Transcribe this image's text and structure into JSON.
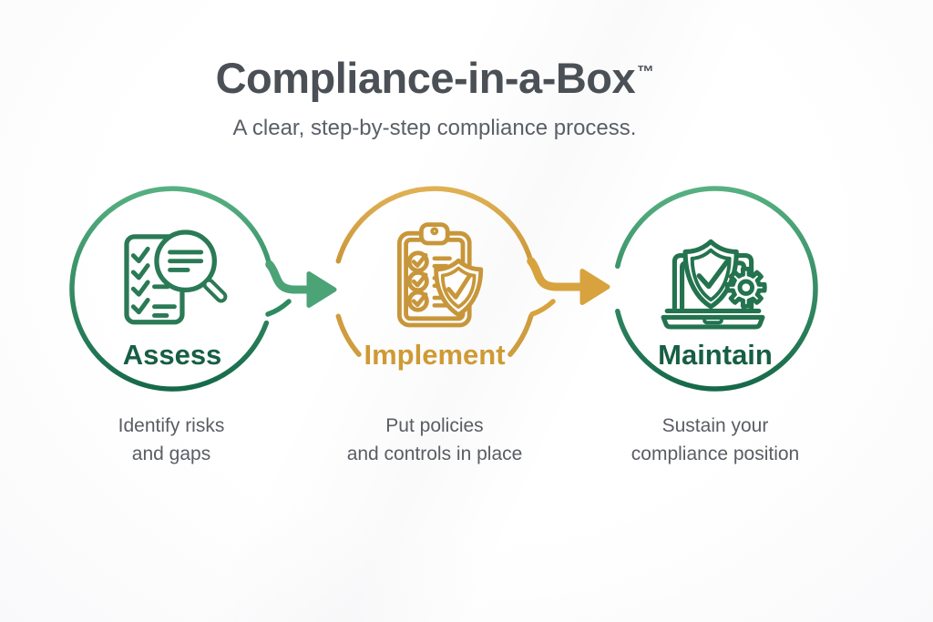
{
  "header": {
    "title": "Compliance-in-a-Box",
    "trademark": "™",
    "subtitle": "A clear, step-by-step compliance process."
  },
  "steps": [
    {
      "label": "Assess",
      "description_line1": "Identify risks",
      "description_line2": "and gaps",
      "icon": "checklist-magnifier-icon",
      "color": "green"
    },
    {
      "label": "Implement",
      "description_line1": "Put policies",
      "description_line2": "and controls in place",
      "icon": "clipboard-shield-icon",
      "color": "gold"
    },
    {
      "label": "Maintain",
      "description_line1": "Sustain your",
      "description_line2": "compliance position",
      "icon": "laptop-shield-gear-icon",
      "color": "green"
    }
  ],
  "connectors": [
    {
      "name": "arrow-assess-to-implement",
      "color": "green"
    },
    {
      "name": "arrow-implement-to-maintain",
      "color": "gold"
    }
  ],
  "colors": {
    "green_stroke_light": "#55ad7e",
    "green_stroke_dark": "#15694a",
    "green_icon": "#2a7a55",
    "green_label_text": "#175e44",
    "green_arrow": "#4ca376",
    "gold_stroke_light": "#e0b154",
    "gold_stroke_dark": "#c9973a",
    "gold_icon": "#c8963a",
    "gold_label_text": "#cf9a35",
    "gold_arrow": "#d8a33e",
    "title_text": "#4b5056",
    "subtitle_text": "#5a5f66",
    "description_text": "#5a5d63",
    "background": "#fdfdfe"
  }
}
